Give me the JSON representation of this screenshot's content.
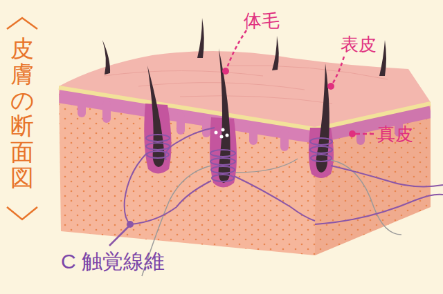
{
  "diagram": {
    "title": "皮膚の断面図",
    "labels": [
      "体毛",
      "表皮",
      "真皮",
      "C 触覚線維"
    ]
  }
}
